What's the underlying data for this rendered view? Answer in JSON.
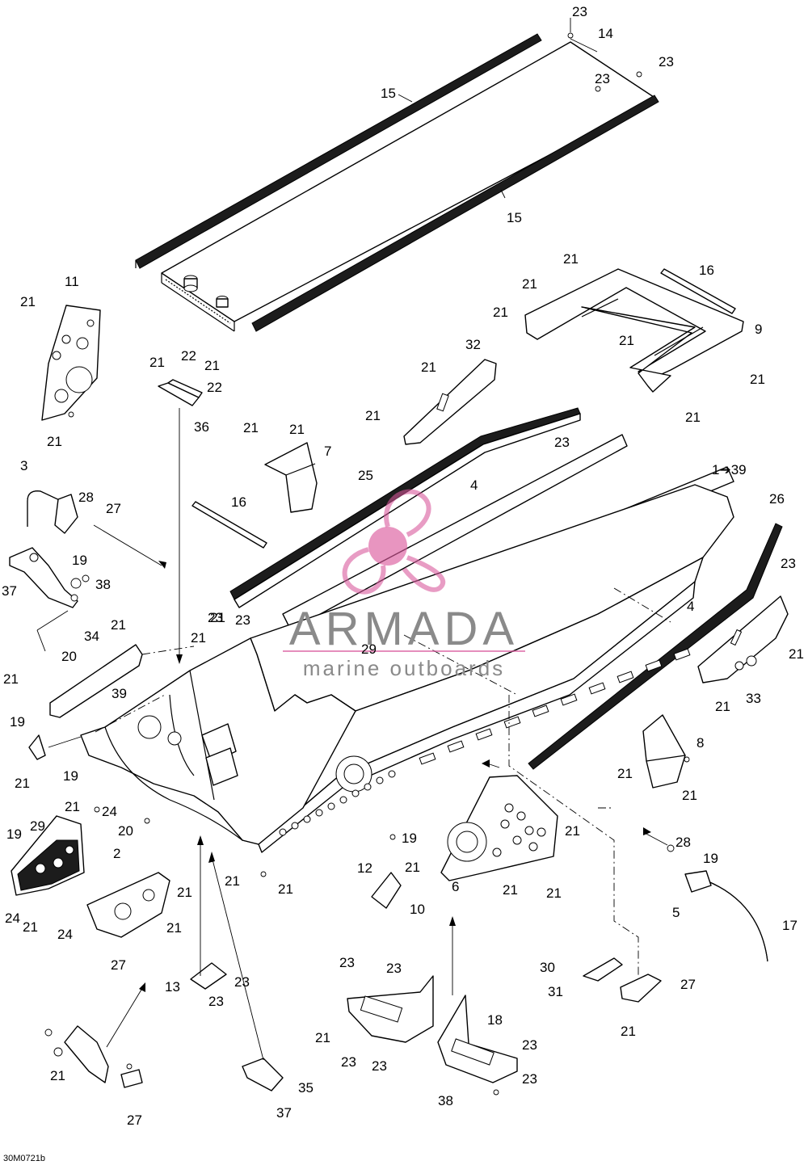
{
  "drawing_code": "30M0721b",
  "watermark": {
    "brand": "ARMADA",
    "tagline": "marine outboards",
    "brand_color": "#d9589b",
    "text_color": "#8a8a8a"
  },
  "colors": {
    "ink": "#000000",
    "paper": "#ffffff"
  },
  "callouts": [
    {
      "id": "c1",
      "text": "23"
    },
    {
      "id": "c2",
      "text": "14"
    },
    {
      "id": "c3",
      "text": "23"
    },
    {
      "id": "c4",
      "text": "23"
    },
    {
      "id": "c5",
      "text": "15"
    },
    {
      "id": "c6",
      "text": "15"
    },
    {
      "id": "c7",
      "text": "21"
    },
    {
      "id": "c8",
      "text": "16"
    },
    {
      "id": "c9",
      "text": "21"
    },
    {
      "id": "c10",
      "text": "21"
    },
    {
      "id": "c11",
      "text": "21"
    },
    {
      "id": "c12",
      "text": "9"
    },
    {
      "id": "c13",
      "text": "21"
    },
    {
      "id": "c14",
      "text": "21"
    },
    {
      "id": "c15",
      "text": "11"
    },
    {
      "id": "c16",
      "text": "21"
    },
    {
      "id": "c17",
      "text": "21"
    },
    {
      "id": "c18",
      "text": "21"
    },
    {
      "id": "c19",
      "text": "22"
    },
    {
      "id": "c20",
      "text": "21"
    },
    {
      "id": "c21",
      "text": "22"
    },
    {
      "id": "c22",
      "text": "36"
    },
    {
      "id": "c23",
      "text": "32"
    },
    {
      "id": "c24",
      "text": "21"
    },
    {
      "id": "c25",
      "text": "21"
    },
    {
      "id": "c26",
      "text": "21"
    },
    {
      "id": "c27",
      "text": "21"
    },
    {
      "id": "c28",
      "text": "7"
    },
    {
      "id": "c29",
      "text": "23"
    },
    {
      "id": "c30",
      "text": "1➔39"
    },
    {
      "id": "c31",
      "text": "25"
    },
    {
      "id": "c32",
      "text": "4"
    },
    {
      "id": "c33",
      "text": "16"
    },
    {
      "id": "c34",
      "text": "3"
    },
    {
      "id": "c35",
      "text": "28"
    },
    {
      "id": "c36",
      "text": "27"
    },
    {
      "id": "c37",
      "text": "19"
    },
    {
      "id": "c38",
      "text": "37"
    },
    {
      "id": "c39",
      "text": "38"
    },
    {
      "id": "c40",
      "text": "26"
    },
    {
      "id": "c41",
      "text": "23"
    },
    {
      "id": "c42",
      "text": "4"
    },
    {
      "id": "c43",
      "text": "21"
    },
    {
      "id": "c44",
      "text": "21"
    },
    {
      "id": "c45",
      "text": "33"
    },
    {
      "id": "c46",
      "text": "21"
    },
    {
      "id": "c47",
      "text": "34"
    },
    {
      "id": "c48",
      "text": "21"
    },
    {
      "id": "c49",
      "text": "20"
    },
    {
      "id": "c50",
      "text": "21"
    },
    {
      "id": "c51",
      "text": "23"
    },
    {
      "id": "c52",
      "text": "23"
    },
    {
      "id": "c53",
      "text": "29"
    },
    {
      "id": "c54",
      "text": "21"
    },
    {
      "id": "c55",
      "text": "39"
    },
    {
      "id": "c56",
      "text": "19"
    },
    {
      "id": "c57",
      "text": "21"
    },
    {
      "id": "c58",
      "text": "8"
    },
    {
      "id": "c59",
      "text": "21"
    },
    {
      "id": "c60",
      "text": "21"
    },
    {
      "id": "c61",
      "text": "19"
    },
    {
      "id": "c62",
      "text": "21"
    },
    {
      "id": "c63",
      "text": "24"
    },
    {
      "id": "c64",
      "text": "20"
    },
    {
      "id": "c65",
      "text": "19"
    },
    {
      "id": "c66",
      "text": "29"
    },
    {
      "id": "c67",
      "text": "2"
    },
    {
      "id": "c68",
      "text": "24"
    },
    {
      "id": "c69",
      "text": "21"
    },
    {
      "id": "c70",
      "text": "19"
    },
    {
      "id": "c71",
      "text": "12"
    },
    {
      "id": "c72",
      "text": "21"
    },
    {
      "id": "c73",
      "text": "21"
    },
    {
      "id": "c74",
      "text": "21"
    },
    {
      "id": "c75",
      "text": "6"
    },
    {
      "id": "c76",
      "text": "21"
    },
    {
      "id": "c77",
      "text": "10"
    },
    {
      "id": "c78",
      "text": "21"
    },
    {
      "id": "c79",
      "text": "21"
    },
    {
      "id": "c80",
      "text": "21"
    },
    {
      "id": "c81",
      "text": "21"
    },
    {
      "id": "c82",
      "text": "24"
    },
    {
      "id": "c83",
      "text": "27"
    },
    {
      "id": "c84",
      "text": "28"
    },
    {
      "id": "c85",
      "text": "19"
    },
    {
      "id": "c86",
      "text": "5"
    },
    {
      "id": "c87",
      "text": "17"
    },
    {
      "id": "c88",
      "text": "23"
    },
    {
      "id": "c89",
      "text": "23"
    },
    {
      "id": "c90",
      "text": "13"
    },
    {
      "id": "c91",
      "text": "23"
    },
    {
      "id": "c92",
      "text": "23"
    },
    {
      "id": "c93",
      "text": "30"
    },
    {
      "id": "c94",
      "text": "31"
    },
    {
      "id": "c95",
      "text": "27"
    },
    {
      "id": "c96",
      "text": "21"
    },
    {
      "id": "c97",
      "text": "23"
    },
    {
      "id": "c98",
      "text": "23"
    },
    {
      "id": "c99",
      "text": "18"
    },
    {
      "id": "c100",
      "text": "23"
    },
    {
      "id": "c101",
      "text": "21"
    },
    {
      "id": "c102",
      "text": "23"
    },
    {
      "id": "c103",
      "text": "38"
    },
    {
      "id": "c104",
      "text": "21"
    },
    {
      "id": "c105",
      "text": "35"
    },
    {
      "id": "c106",
      "text": "37"
    },
    {
      "id": "c107",
      "text": "27"
    }
  ]
}
